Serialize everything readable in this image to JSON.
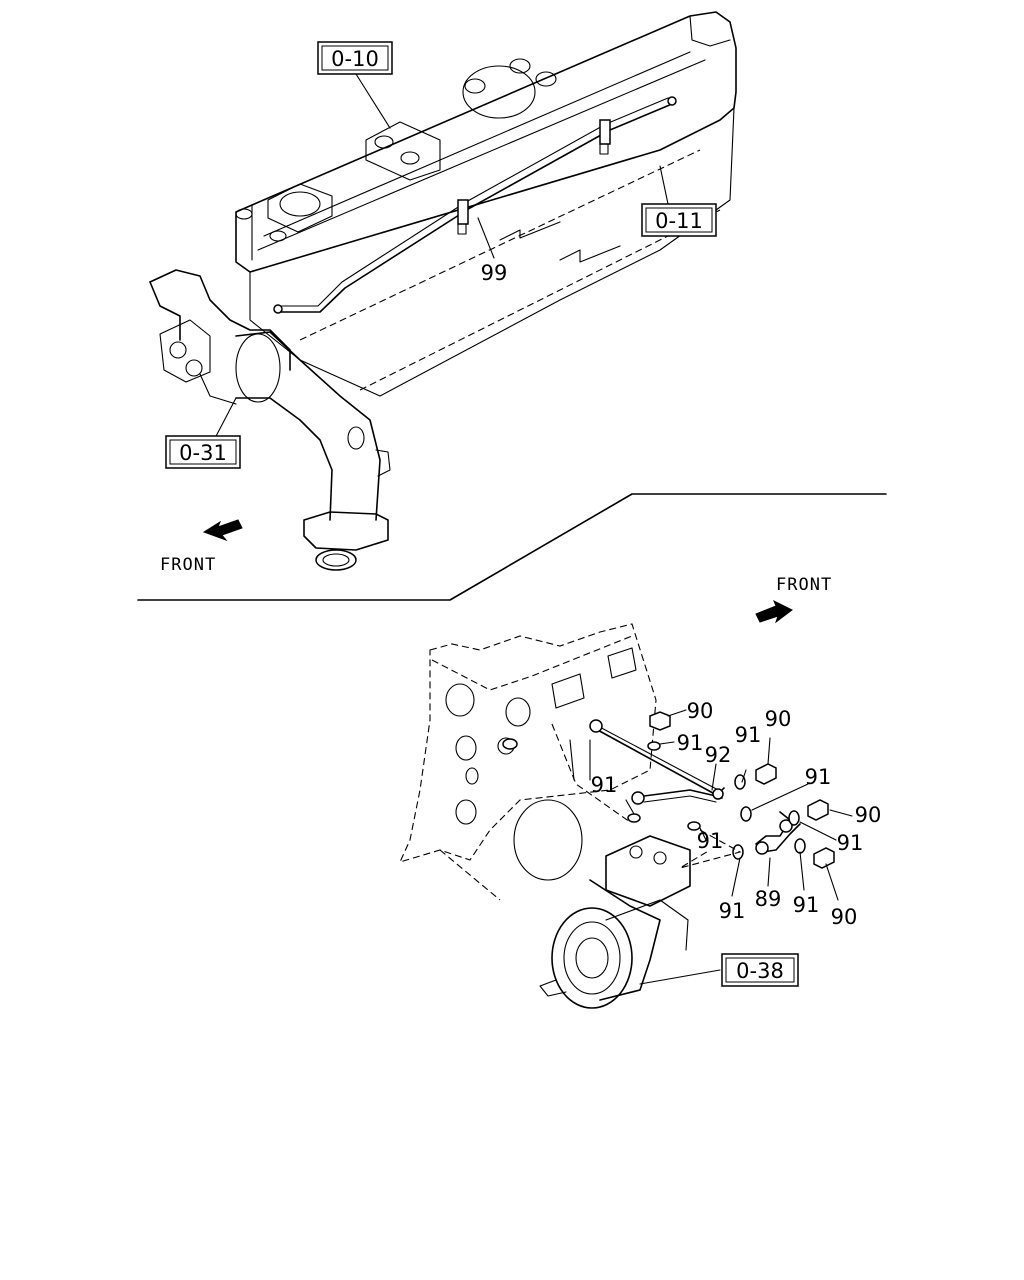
{
  "diagram": {
    "upper_view": {
      "references": [
        "0-10",
        "0-11",
        "0-31"
      ],
      "part_labels": [
        "99"
      ],
      "direction_label": "FRONT"
    },
    "lower_view": {
      "references": [
        "0-38"
      ],
      "part_labels": {
        "p90_a": "90",
        "p91_a": "91",
        "p92": "92",
        "p91_b": "91",
        "p90_b": "90",
        "p91_c": "91",
        "p91_d": "91",
        "p91_e": "91",
        "p90_c": "90",
        "p91_f": "91",
        "p91_g": "91",
        "p89": "89",
        "p91_h": "91",
        "p90_d": "90"
      },
      "direction_label": "FRONT"
    }
  }
}
